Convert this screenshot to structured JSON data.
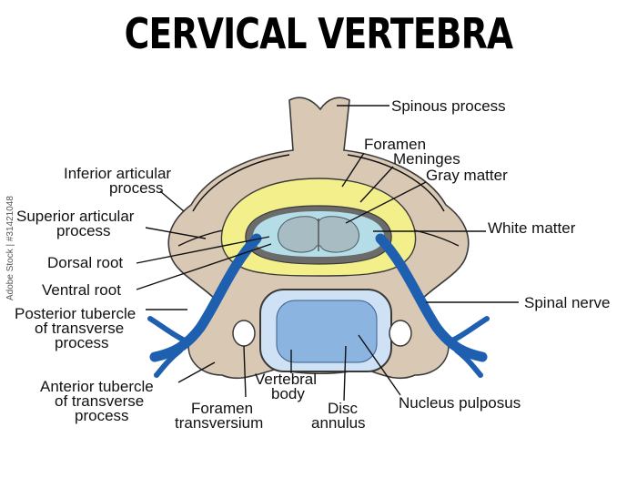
{
  "title": "CERVICAL VERTEBRA",
  "watermark": "Adobe Stock | #31421048",
  "colors": {
    "bone": "#d9c8b4",
    "bone_outline": "#3a3a3a",
    "meninges": "#f3f08c",
    "cord_outer": "#6b6b6b",
    "white_matter": "#b4dde8",
    "gray_matter": "#a7bcc3",
    "nerve": "#1f5fb0",
    "nucleus": "#8cb4e0",
    "disc_annulus": "#cfe2f5"
  },
  "labels": {
    "spinous_process": "Spinous process",
    "foramen": "Foramen",
    "meninges": "Meninges",
    "gray_matter": "Gray matter",
    "white_matter": "White matter",
    "inferior_articular_1": "Inferior articular",
    "inferior_articular_2": "process",
    "superior_articular_1": "Superior articular",
    "superior_articular_2": "process",
    "dorsal_root": "Dorsal root",
    "ventral_root": "Ventral root",
    "spinal_nerve": "Spinal nerve",
    "posterior_tubercle_1": "Posterior tubercle",
    "posterior_tubercle_2": "of transverse",
    "posterior_tubercle_3": "process",
    "anterior_tubercle_1": "Anterior tubercle",
    "anterior_tubercle_2": "of transverse",
    "anterior_tubercle_3": "process",
    "vertebral_body_1": "Vertebral",
    "vertebral_body_2": "body",
    "foramen_transversium_1": "Foramen",
    "foramen_transversium_2": "transversium",
    "disc_annulus_1": "Disc",
    "disc_annulus_2": "annulus",
    "nucleus_pulposus": "Nucleus pulposus"
  }
}
